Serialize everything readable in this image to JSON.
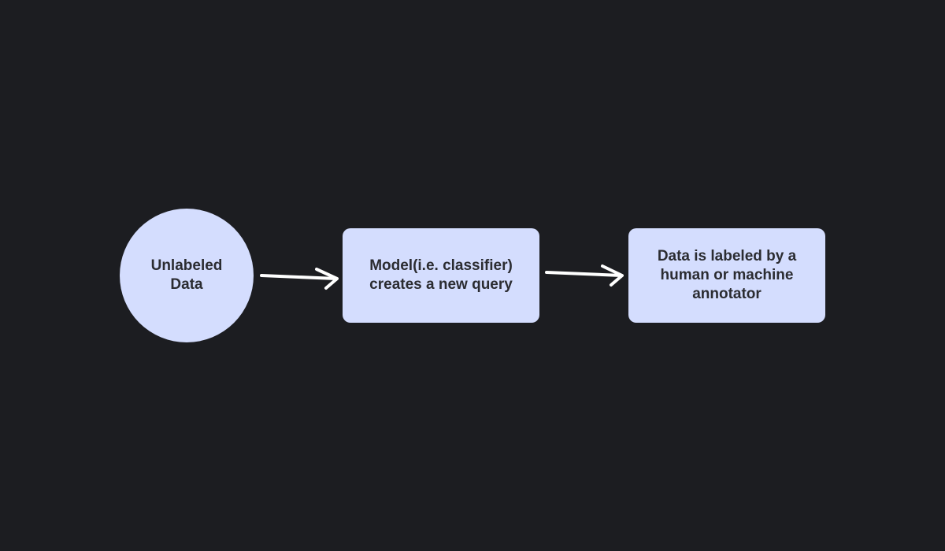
{
  "diagram": {
    "nodes": [
      {
        "id": "unlabeled-data",
        "shape": "circle",
        "label": "Unlabeled\nData"
      },
      {
        "id": "model-query",
        "shape": "rounded-rect",
        "label": "Model(i.e. classifier)\ncreates a new query"
      },
      {
        "id": "data-labeled",
        "shape": "rounded-rect",
        "label": "Data is labeled by a\nhuman or machine\nannotator"
      }
    ],
    "edges": [
      {
        "from": "unlabeled-data",
        "to": "model-query"
      },
      {
        "from": "model-query",
        "to": "data-labeled"
      }
    ]
  },
  "colors": {
    "background": "#1c1d21",
    "node_fill": "#d4ddfe",
    "node_text": "#2b2c31",
    "arrow": "#ffffff"
  }
}
